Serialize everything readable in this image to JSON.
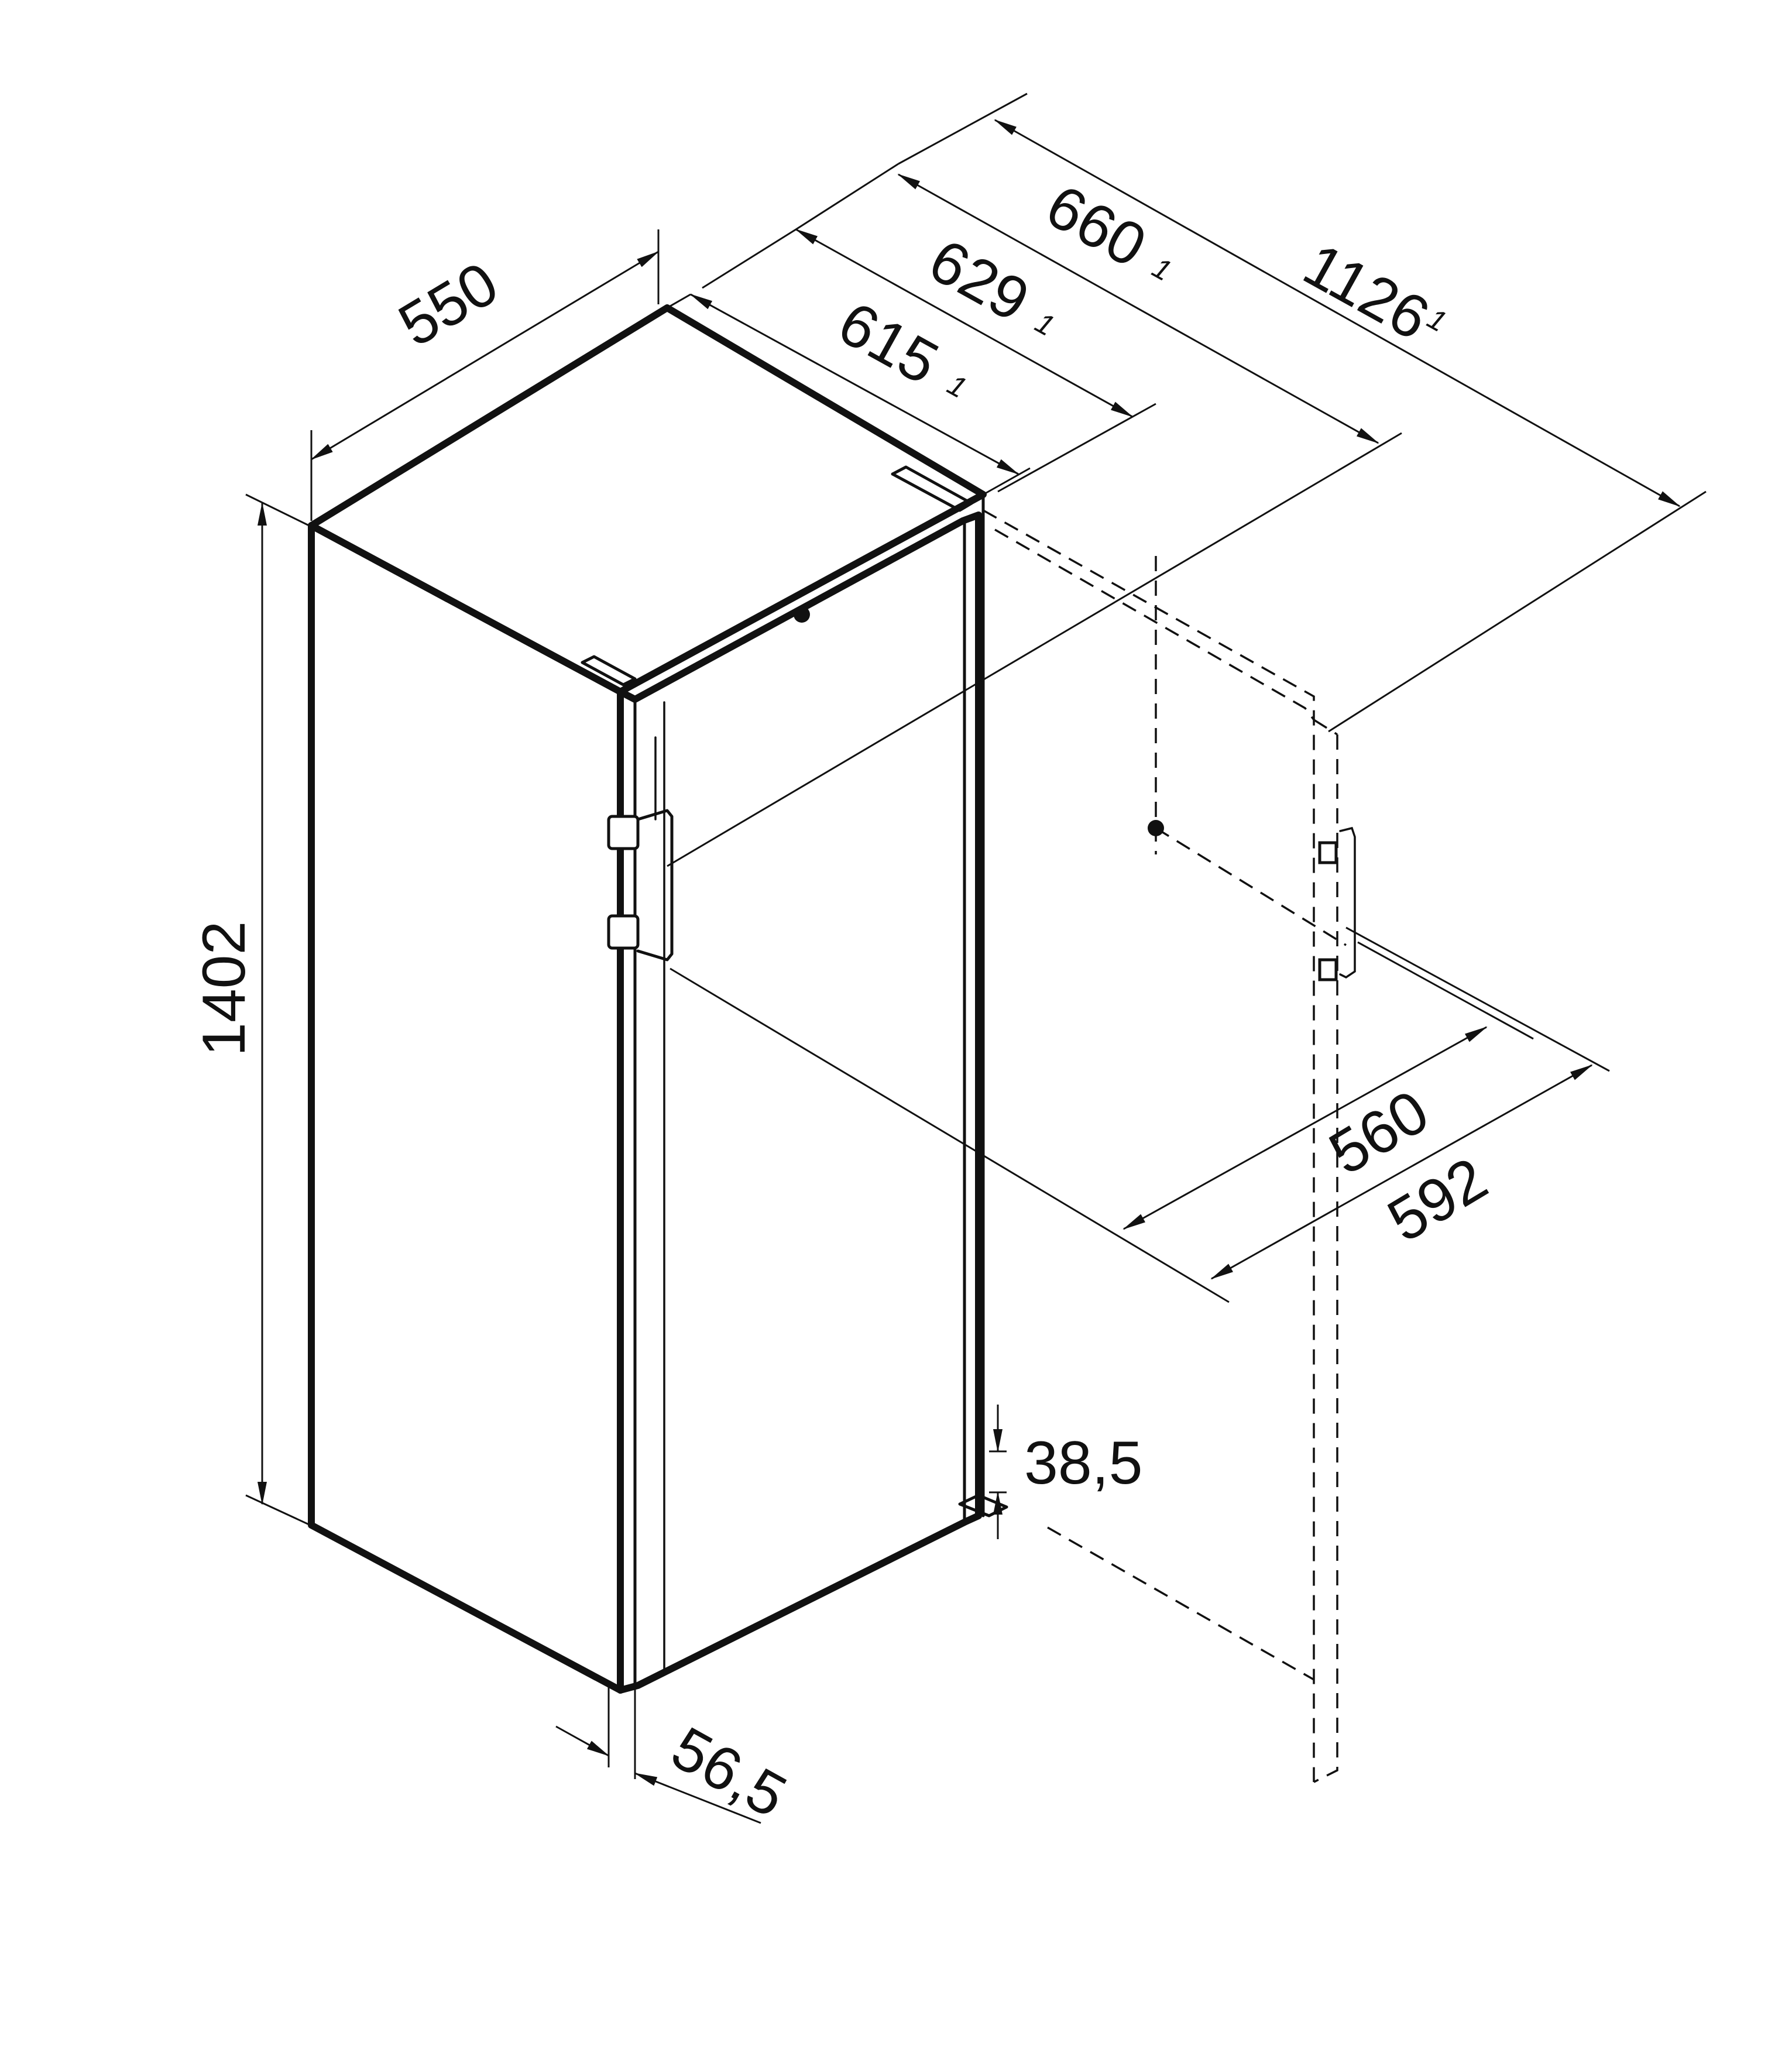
{
  "dimensions": {
    "width": "550",
    "height": "1402",
    "depth_a": "615",
    "depth_b": "629",
    "depth_c": "660",
    "depth_open": "1126",
    "door_swing_inner": "560",
    "door_swing_outer": "592",
    "door_offset": "38,5",
    "door_thickness": "56,5"
  },
  "footnotes": {
    "depth_a": "1",
    "depth_b": "1",
    "depth_c": "1",
    "depth_open": "1"
  }
}
